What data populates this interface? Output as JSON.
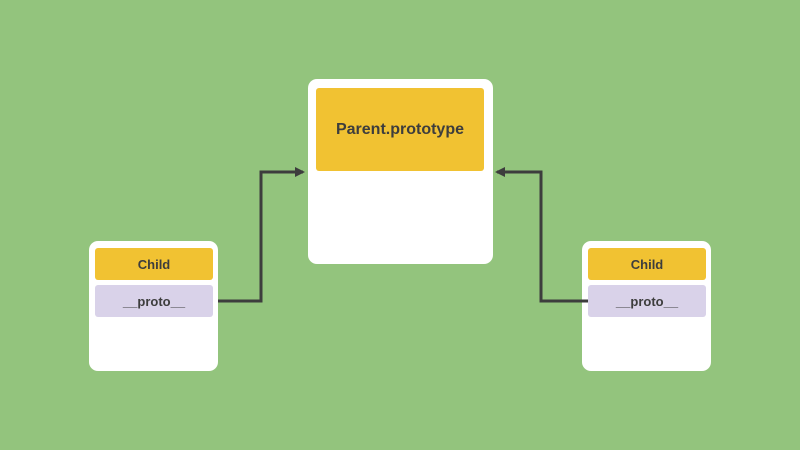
{
  "colors": {
    "background": "#93c47d",
    "box": "#ffffff",
    "header": "#f1c232",
    "proto_field": "#d9d2e9",
    "arrow": "#3d3d3d",
    "text": "#3d3d3d"
  },
  "parent": {
    "title": "Parent.prototype"
  },
  "children": [
    {
      "title": "Child",
      "field": "__proto__"
    },
    {
      "title": "Child",
      "field": "__proto__"
    }
  ],
  "connections": [
    {
      "from": "children.0.field",
      "to": "parent"
    },
    {
      "from": "children.1.field",
      "to": "parent"
    }
  ]
}
